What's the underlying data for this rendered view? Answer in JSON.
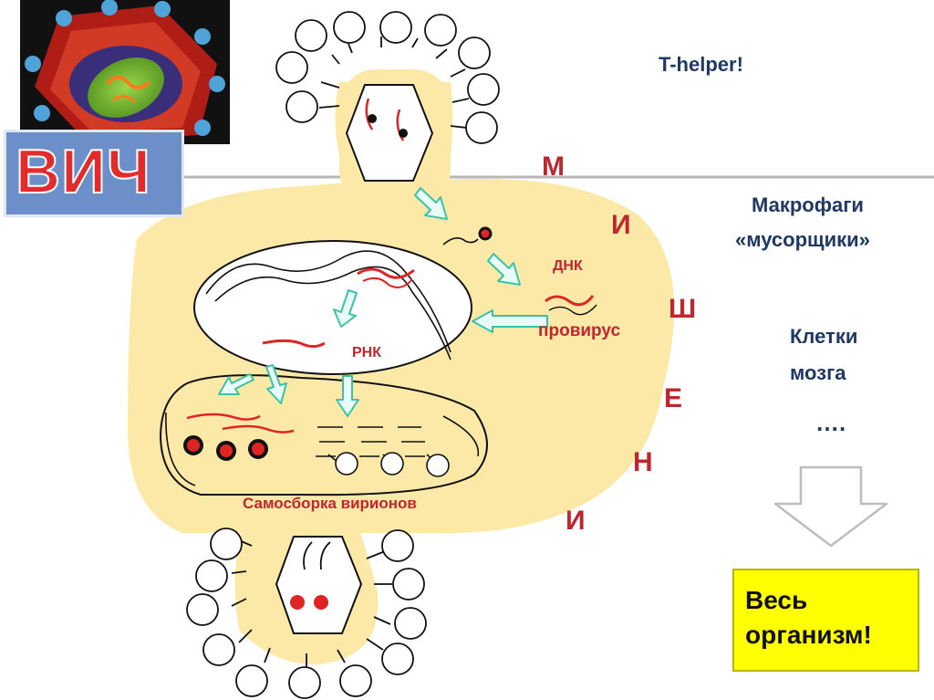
{
  "labels": {
    "vich": "ВИЧ",
    "t_helper": "T-helper!",
    "macrophages_line1": "Макрофаги",
    "macrophages_line2": "«мусорщики»",
    "brain_cells_line1": "Клетки",
    "brain_cells_line2": "мозга",
    "ellipsis": "….",
    "whole_body_line1": "Весь",
    "whole_body_line2": "организм!",
    "dnk": "ДНК",
    "provirus": "провирус",
    "rnk": "РНК",
    "self_assembly": "Самосборка вирионов",
    "mishen_letters": [
      "М",
      "И",
      "Ш",
      "Е",
      "Н",
      "И"
    ]
  },
  "colors": {
    "cell": "#fde9a7",
    "label_dark": "#1f3864",
    "label_red": "#c0262e",
    "arrow_fill": "#e9fbf6",
    "arrow_stroke": "#38c3a8",
    "rna": "#e02424",
    "highlight_box": "#ffff00"
  },
  "icons": [
    "hiv-virion-image",
    "outline-down-arrow-icon"
  ]
}
